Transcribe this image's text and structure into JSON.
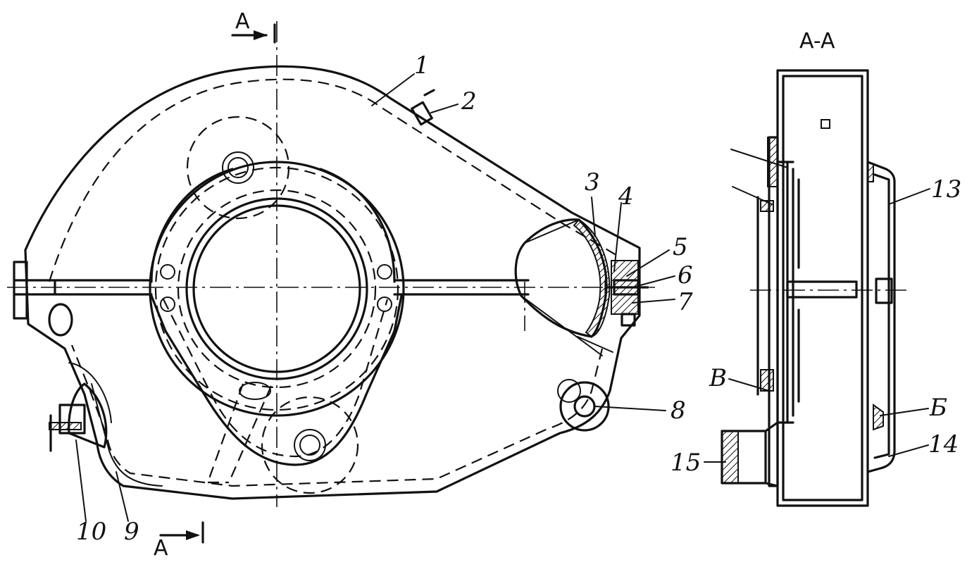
{
  "section_title": "A-A",
  "section_marks": {
    "top": "A",
    "bottom": "A"
  },
  "callouts": {
    "c1": "1",
    "c2": "2",
    "c3": "3",
    "c4": "4",
    "c5": "5",
    "c6": "6",
    "c7": "7",
    "c8": "8",
    "c9": "9",
    "c10": "10",
    "c13": "13",
    "c14": "14",
    "c15": "15",
    "cB": "В",
    "cBe": "Б"
  }
}
